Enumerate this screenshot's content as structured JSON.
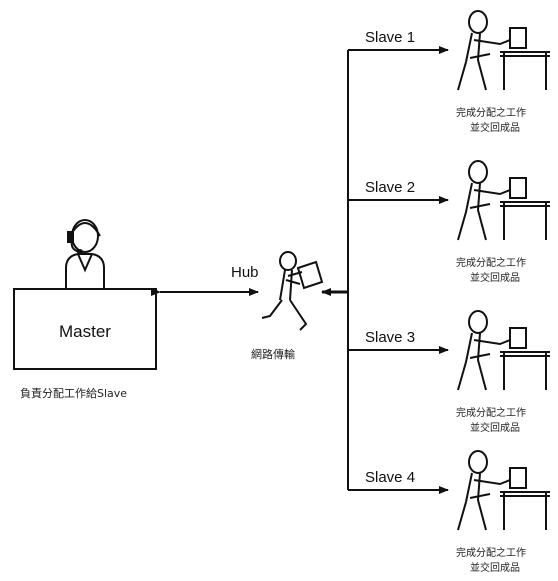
{
  "master": {
    "label": "Master",
    "caption": "負責分配工作給Slave"
  },
  "hub": {
    "label": "Hub",
    "caption": "網路傳輸"
  },
  "slaves": [
    {
      "label": "Slave 1",
      "caption_line1": "完成分配之工作",
      "caption_line2": "並交回成品"
    },
    {
      "label": "Slave 2",
      "caption_line1": "完成分配之工作",
      "caption_line2": "並交回成品"
    },
    {
      "label": "Slave 3",
      "caption_line1": "完成分配之工作",
      "caption_line2": "並交回成品"
    },
    {
      "label": "Slave 4",
      "caption_line1": "完成分配之工作",
      "caption_line2": "並交回成品"
    }
  ],
  "colors": {
    "line": "#111111",
    "background": "#ffffff"
  }
}
